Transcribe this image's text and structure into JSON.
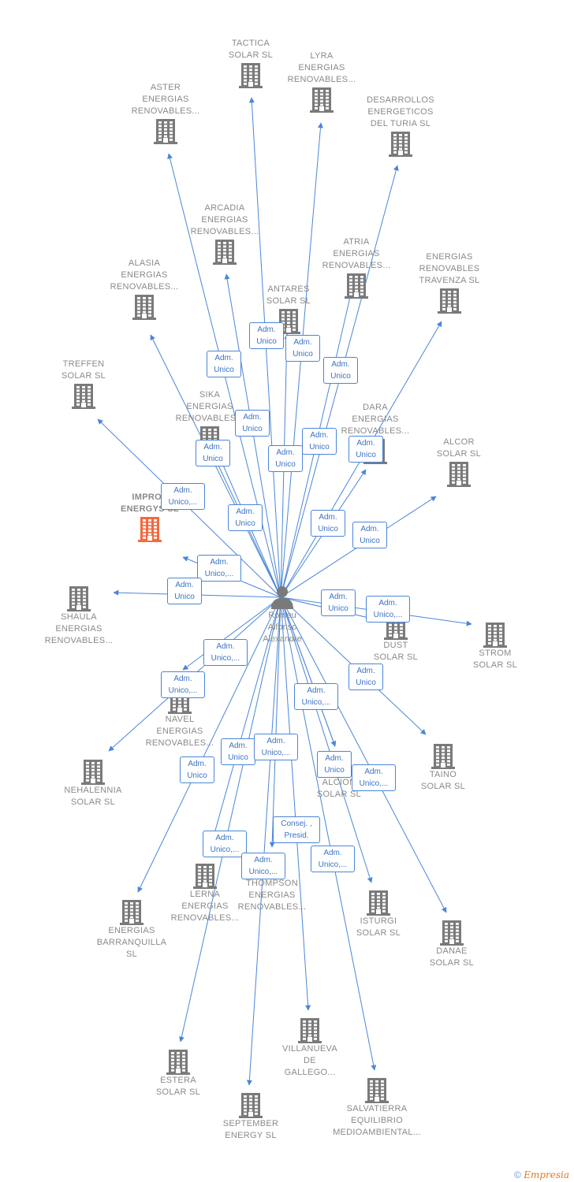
{
  "center": {
    "label": "Romeu\nAlfonso\nAlexandre"
  },
  "companies": [
    {
      "id": "tactica",
      "label": "TACTICA\nSOLAR  SL"
    },
    {
      "id": "lyra",
      "label": "LYRA\nENERGIAS\nRENOVABLES..."
    },
    {
      "id": "aster",
      "label": "ASTER\nENERGIAS\nRENOVABLES..."
    },
    {
      "id": "desarrollos",
      "label": "DESARROLLOS\nENERGETICOS\nDEL TURIA  SL"
    },
    {
      "id": "arcadia",
      "label": "ARCADIA\nENERGIAS\nRENOVABLES..."
    },
    {
      "id": "atria",
      "label": "ATRIA\nENERGIAS\nRENOVABLES..."
    },
    {
      "id": "alasia",
      "label": "ALASIA\nENERGIAS\nRENOVABLES..."
    },
    {
      "id": "antares",
      "label": "ANTARES\nSOLAR  SL"
    },
    {
      "id": "travenza",
      "label": "ENERGIAS\nRENOVABLES\nTRAVENZA  SL"
    },
    {
      "id": "treffen",
      "label": "TREFFEN\nSOLAR  SL"
    },
    {
      "id": "sika",
      "label": "SIKA\nENERGIAS\nRENOVABLES..."
    },
    {
      "id": "dara",
      "label": "DARA\nENERGIAS\nRENOVABLES..."
    },
    {
      "id": "alcor",
      "label": "ALCOR\nSOLAR  SL"
    },
    {
      "id": "improv",
      "label": "IMPROV\nENERGYS  SL",
      "main": true
    },
    {
      "id": "shaula",
      "label": "SHAULA\nENERGIAS\nRENOVABLES..."
    },
    {
      "id": "dust",
      "label": "DUST\nSOLAR  SL"
    },
    {
      "id": "strom",
      "label": "STROM\nSOLAR  SL"
    },
    {
      "id": "navel",
      "label": "NAVEL\nENERGIAS\nRENOVABLES..."
    },
    {
      "id": "nehalennia",
      "label": "NEHALENNIA\nSOLAR  SL"
    },
    {
      "id": "taino",
      "label": "TAINO\nSOLAR  SL"
    },
    {
      "id": "alcion",
      "label": "ALCION\nSOLAR  SL"
    },
    {
      "id": "lerna",
      "label": "LERNA\nENERGIAS\nRENOVABLES..."
    },
    {
      "id": "thompson",
      "label": "THOMPSON\nENERGIAS\nRENOVABLES..."
    },
    {
      "id": "barranquilla",
      "label": "ENERGIAS\nBARRANQUILLA\nSL"
    },
    {
      "id": "isturgi",
      "label": "ISTURGI\nSOLAR  SL"
    },
    {
      "id": "danae",
      "label": "DANAE\nSOLAR  SL"
    },
    {
      "id": "villanueva",
      "label": "VILLANUEVA\nDE\nGALLEGO..."
    },
    {
      "id": "estera",
      "label": "ESTERA\nSOLAR  SL"
    },
    {
      "id": "september",
      "label": "SEPTEMBER\nENERGY  SL"
    },
    {
      "id": "salvatierra",
      "label": "SALVATIERRA\nEQUILIBRIO\nMEDIOAMBIENTAL..."
    }
  ],
  "edges": [
    {
      "to": "tactica",
      "role": "Adm.\nUnico"
    },
    {
      "to": "lyra",
      "role": "Adm.\nUnico"
    },
    {
      "to": "aster",
      "role": "Adm.\nUnico"
    },
    {
      "to": "desarrollos",
      "role": "Adm.\nUnico"
    },
    {
      "to": "arcadia",
      "role": "Adm.\nUnico"
    },
    {
      "to": "atria",
      "role": "Adm.\nUnico"
    },
    {
      "to": "alasia",
      "role": "Adm.\nUnico"
    },
    {
      "to": "antares",
      "role": "Adm.\nUnico"
    },
    {
      "to": "travenza",
      "role": "Adm.\nUnico"
    },
    {
      "to": "treffen",
      "role": "Adm.\nUnico,..."
    },
    {
      "to": "sika",
      "role": "Adm.\nUnico"
    },
    {
      "to": "dara",
      "role": "Adm.\nUnico"
    },
    {
      "to": "alcor",
      "role": "Adm.\nUnico"
    },
    {
      "to": "improv",
      "role": "Adm.\nUnico,..."
    },
    {
      "to": "shaula",
      "role": "Adm.\nUnico"
    },
    {
      "to": "dust",
      "role": "Adm.\nUnico"
    },
    {
      "to": "strom",
      "role": "Adm.\nUnico,..."
    },
    {
      "to": "navel",
      "role": "Adm.\nUnico,..."
    },
    {
      "to": "nehalennia",
      "role": "Adm.\nUnico,..."
    },
    {
      "to": "taino",
      "role": "Adm.\nUnico"
    },
    {
      "to": "alcion",
      "role": "Adm.\nUnico,..."
    },
    {
      "to": "lerna",
      "role": "Adm.\nUnico"
    },
    {
      "to": "thompson",
      "role": "Adm.\nUnico,..."
    },
    {
      "to": "barranquilla",
      "role": "Adm.\nUnico"
    },
    {
      "to": "isturgi",
      "role": "Adm.\nUnico"
    },
    {
      "to": "danae",
      "role": "Adm.\nUnico,..."
    },
    {
      "to": "villanueva",
      "role": "Consej. ,\nPresid."
    },
    {
      "to": "estera",
      "role": "Adm.\nUnico,..."
    },
    {
      "to": "september",
      "role": "Adm.\nUnico,..."
    },
    {
      "to": "salvatierra",
      "role": "Adm.\nUnico,..."
    },
    {
      "to": "sika",
      "role": "Adm.\nUnico"
    },
    {
      "to": "alcion",
      "role": "Adm.\nUnico"
    }
  ],
  "colors": {
    "edge": "#4a86d8",
    "building": "#7a7a7a",
    "main_building": "#f26a3d"
  },
  "footer": {
    "copyright": "©",
    "brand": "Empresia"
  }
}
